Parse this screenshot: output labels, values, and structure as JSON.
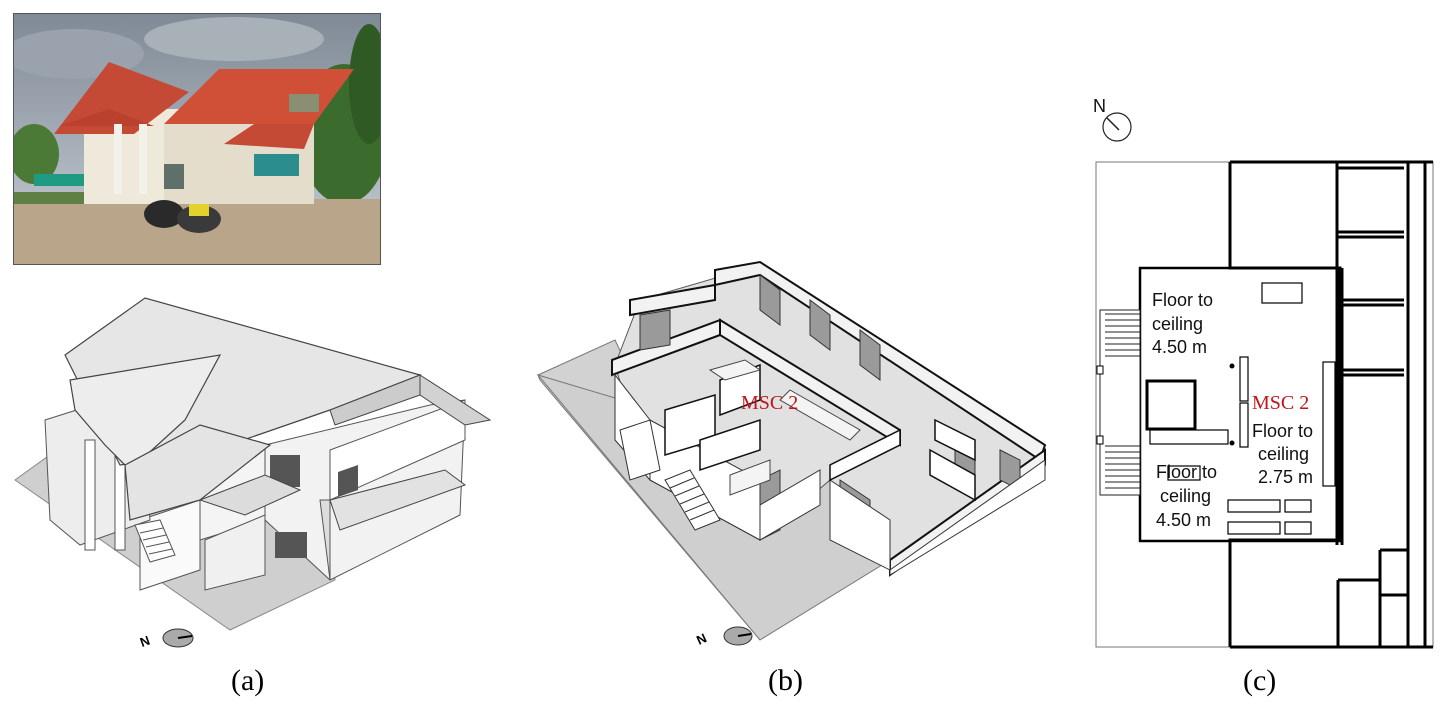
{
  "captions": {
    "a": "(a)",
    "b": "(b)",
    "c": "(c)"
  },
  "panel_b": {
    "zone_label": "MSC 2"
  },
  "panel_c": {
    "north_label": "N",
    "zone_label": "MSC 2",
    "notes": [
      {
        "line1": "Floor to",
        "line2": "ceiling",
        "line3": "4.50 m"
      },
      {
        "line1": "Floor to",
        "line2": "ceiling",
        "line3": "2.75 m"
      },
      {
        "line1": "Floor to",
        "line2": "ceiling",
        "line3": "4.50 m"
      }
    ]
  },
  "colors": {
    "zone_label": "#c0161b",
    "roof": "#e8e8e8",
    "wall": "#ffffff",
    "ground": "#d6d6d6",
    "floor": "#dcdcdc"
  },
  "icons": [
    "photo-house",
    "north-arrow-icon"
  ]
}
